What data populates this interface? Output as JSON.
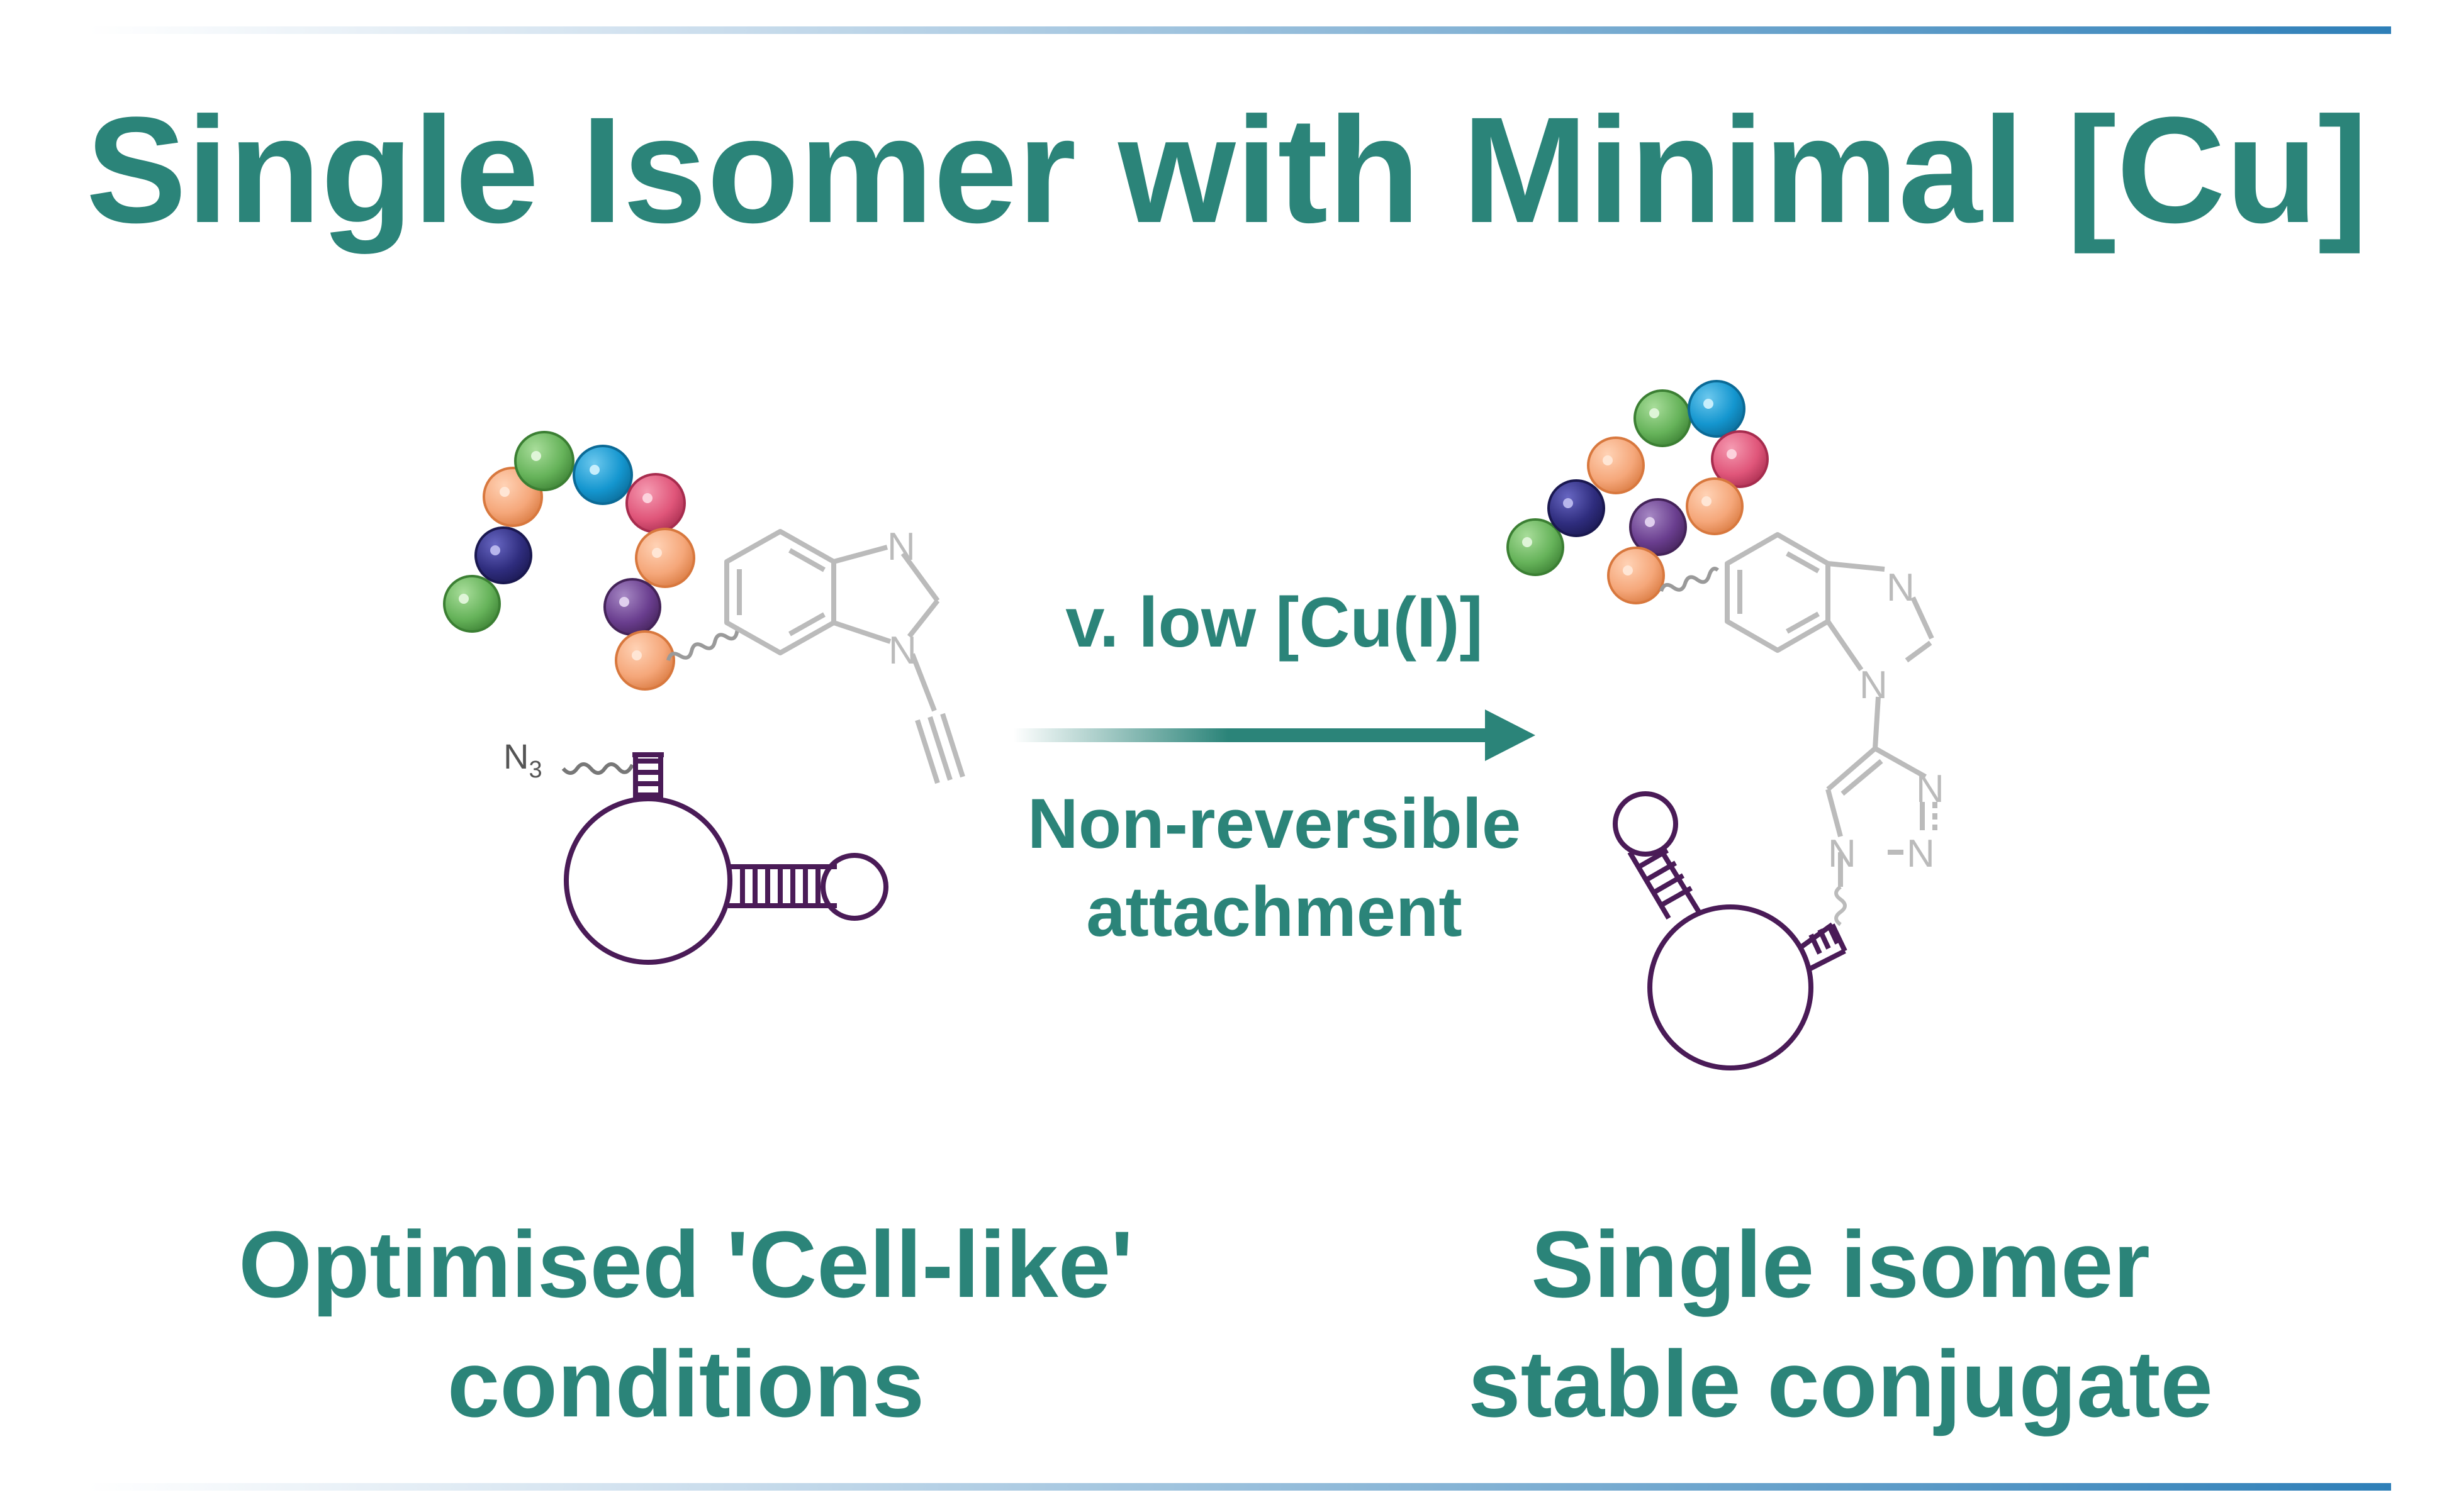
{
  "title": "Single Isomer with Minimal [Cu]",
  "arrow": {
    "above": "v. low [Cu(I)]",
    "below_line1": "Non-reversible",
    "below_line2": "attachment"
  },
  "left_caption": {
    "line1": "Optimised 'Cell-like'",
    "line2": "conditions"
  },
  "right_caption": {
    "line1": "Single isomer",
    "line2": "stable conjugate"
  },
  "labels": {
    "azide_N": "N",
    "azide_sub": "3",
    "ring_N": "N"
  },
  "colors": {
    "teal": "#2b8479",
    "rule_light": "#e8f1f8",
    "rule_dark": "#2e7fb8",
    "rna": "#4a1b57",
    "scaffold": "#bbbbbb",
    "bead_orange": "#f5a77a",
    "bead_green": "#66b35a",
    "bead_blue": "#1496cf",
    "bead_pink": "#e0567a",
    "bead_navy": "#2f2d7e",
    "bead_purple": "#6a3e8f"
  }
}
